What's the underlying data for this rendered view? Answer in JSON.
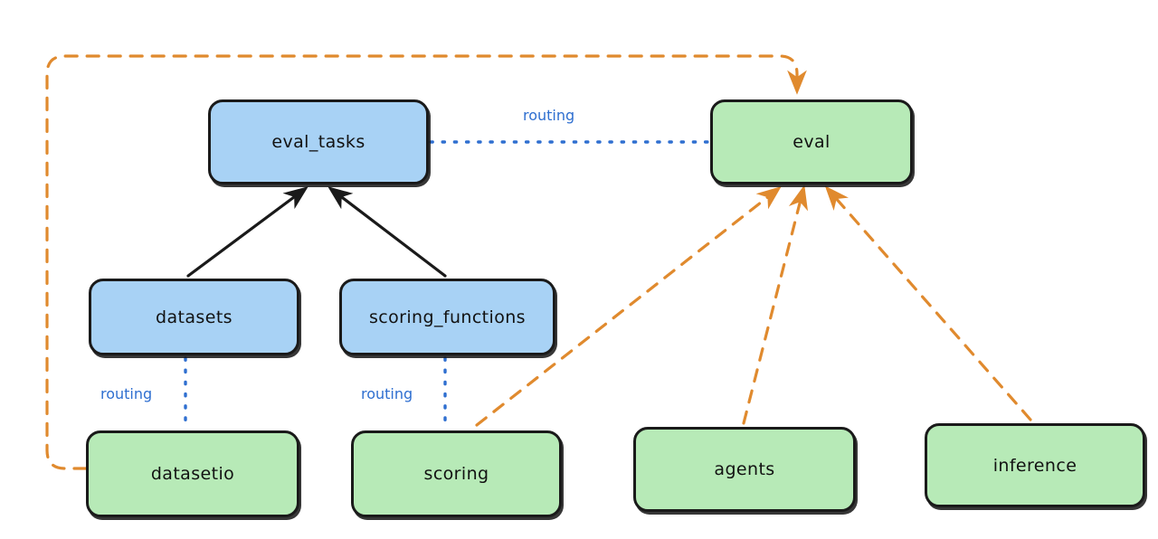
{
  "diagram": {
    "type": "flow-diagram",
    "title": "",
    "colors": {
      "api_node_fill": "#a8d2f5",
      "provider_node_fill": "#b7eab7",
      "node_stroke": "#1a1a1a",
      "routing_edge": "#2f6fd0",
      "dependency_edge": "#e08a2e",
      "composition_edge": "#1a1a1a",
      "background": "#ffffff"
    },
    "nodes": [
      {
        "id": "eval_tasks",
        "label": "eval_tasks",
        "kind": "api",
        "color": "blue"
      },
      {
        "id": "eval",
        "label": "eval",
        "kind": "provider",
        "color": "green"
      },
      {
        "id": "datasets",
        "label": "datasets",
        "kind": "api",
        "color": "blue"
      },
      {
        "id": "scoring_functions",
        "label": "scoring_functions",
        "kind": "api",
        "color": "blue"
      },
      {
        "id": "datasetio",
        "label": "datasetio",
        "kind": "provider",
        "color": "green"
      },
      {
        "id": "scoring",
        "label": "scoring",
        "kind": "provider",
        "color": "green"
      },
      {
        "id": "agents",
        "label": "agents",
        "kind": "provider",
        "color": "green"
      },
      {
        "id": "inference",
        "label": "inference",
        "kind": "provider",
        "color": "green"
      }
    ],
    "edges": [
      {
        "id": "routing-eval_tasks-eval",
        "from": "eval_tasks",
        "to": "eval",
        "label": "routing",
        "style": "dotted",
        "color": "#2f6fd0",
        "arrow": false
      },
      {
        "id": "routing-datasets-datasetio",
        "from": "datasets",
        "to": "datasetio",
        "label": "routing",
        "style": "dotted",
        "color": "#2f6fd0",
        "arrow": false
      },
      {
        "id": "routing-scoring_functions-scoring",
        "from": "scoring_functions",
        "to": "scoring",
        "label": "routing",
        "style": "dotted",
        "color": "#2f6fd0",
        "arrow": false
      },
      {
        "id": "solid-datasets-eval_tasks",
        "from": "datasets",
        "to": "eval_tasks",
        "label": "",
        "style": "solid",
        "color": "#1a1a1a",
        "arrow": true
      },
      {
        "id": "solid-scoring_functions-eval_tasks",
        "from": "scoring_functions",
        "to": "eval_tasks",
        "label": "",
        "style": "solid",
        "color": "#1a1a1a",
        "arrow": true
      },
      {
        "id": "dashed-datasetio-eval",
        "from": "datasetio",
        "to": "eval",
        "label": "",
        "style": "dashed",
        "color": "#e08a2e",
        "arrow": true
      },
      {
        "id": "dashed-scoring-eval",
        "from": "scoring",
        "to": "eval",
        "label": "",
        "style": "dashed",
        "color": "#e08a2e",
        "arrow": true
      },
      {
        "id": "dashed-agents-eval",
        "from": "agents",
        "to": "eval",
        "label": "",
        "style": "dashed",
        "color": "#e08a2e",
        "arrow": true
      },
      {
        "id": "dashed-inference-eval",
        "from": "inference",
        "to": "eval",
        "label": "",
        "style": "dashed",
        "color": "#e08a2e",
        "arrow": true
      }
    ]
  }
}
